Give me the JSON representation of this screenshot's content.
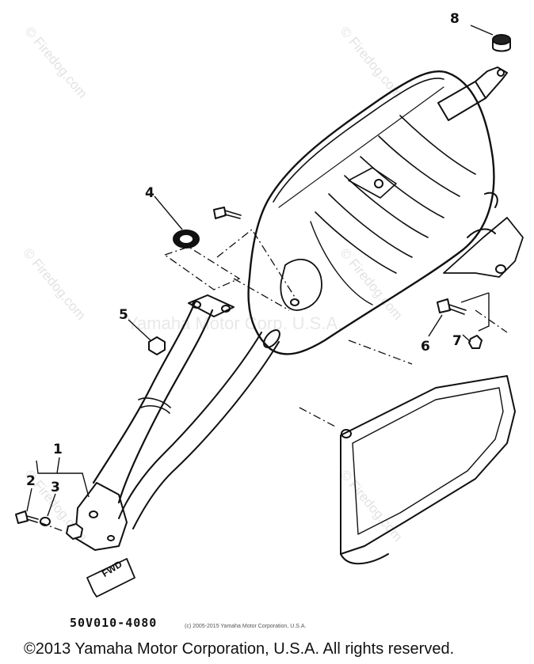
{
  "callouts": [
    {
      "id": "1",
      "label": "1"
    },
    {
      "id": "2",
      "label": "2"
    },
    {
      "id": "3",
      "label": "3"
    },
    {
      "id": "4",
      "label": "4"
    },
    {
      "id": "5",
      "label": "5"
    },
    {
      "id": "6",
      "label": "6"
    },
    {
      "id": "7",
      "label": "7"
    },
    {
      "id": "8",
      "label": "8"
    }
  ],
  "watermark": {
    "site": "© Firedog.com",
    "center": "Yamaha Motor Corp. U.S.A."
  },
  "fwd_label": "FWD",
  "part_code": "50V010-4080",
  "small_copyright": "(c) 2005-2015 Yamaha Motor Corporation, U.S.A.",
  "footer": "©2013 Yamaha Motor Corporation, U.S.A. All rights reserved."
}
